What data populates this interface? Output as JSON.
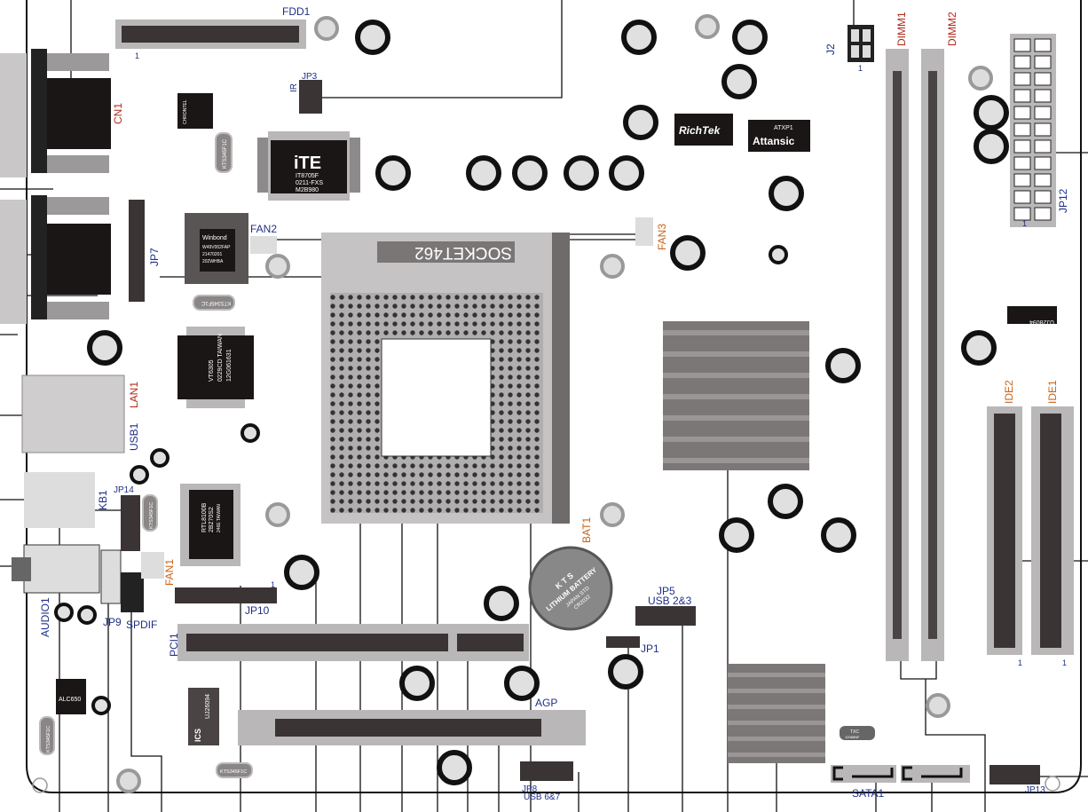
{
  "board": {
    "connectors": {
      "fdd": "FDD1",
      "cn1": "CN1",
      "jp3": "JP3",
      "ir": "IR",
      "j2": "J2",
      "dimm1": "DIMM1",
      "dimm2": "DIMM2",
      "jp12": "JP12",
      "jp7": "JP7",
      "fan1": "FAN1",
      "fan2": "FAN2",
      "fan3": "FAN3",
      "socket": "SOCKET462",
      "lan1": "LAN1",
      "usb1": "USB1",
      "kb1": "KB1",
      "jp14": "JP14",
      "audio1": "AUDIO1",
      "jp9": "JP9",
      "spdif": "SPDIF",
      "jp10": "JP10",
      "pci1": "PCI1",
      "agp": "AGP",
      "bat1": "BAT1",
      "jp5": "JP5",
      "jp5_sub": "USB 2&3",
      "jp1": "JP1",
      "ide1": "IDE1",
      "ide2": "IDE2",
      "sata1": "SATA1",
      "jp13": "JP13",
      "jp8": "JP8",
      "jp8_sub": "USB 6&7",
      "atxp1": "ATXP1",
      "pin1": "1"
    },
    "chips": {
      "ite_logo": "iTE",
      "ite_model": "IT8705F",
      "ite_l2": "0211-FXS",
      "ite_l3": "M2B980",
      "winbond_logo": "Winbond",
      "winbond_model": "W49V002FAP",
      "winbond_l2": "21470201",
      "winbond_l3": "202WHBA",
      "via_model": "VT6305",
      "via_l2": "0229CD TAIWAN",
      "via_l3": "12G061631",
      "rtl_model": "RTL8100B",
      "rtl_l2": "2B270S2",
      "rtl_l3": "246E TAIWAN",
      "richtek": "RichTek",
      "attansic": "Attansic",
      "ics_logo": "ICS",
      "ics_model": "UJ26094",
      "ics2_model": "UJ28094",
      "alc": "ALC650",
      "chrontel": "CHRONTEL",
      "crystal": "KTS345F1C",
      "txc": "TXC",
      "txc_l2": "12088NF"
    },
    "battery": {
      "brand": "K T S",
      "line1": "LITHIUM BATTERY",
      "line2": "JAPAN STD",
      "line3": "CR2032"
    }
  }
}
